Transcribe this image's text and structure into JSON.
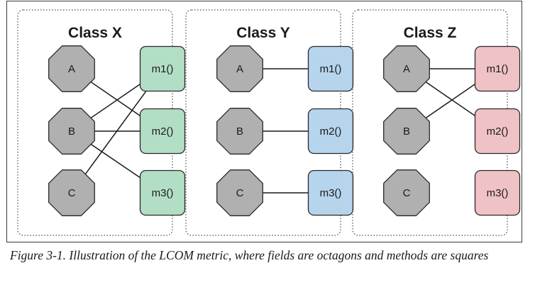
{
  "panels": [
    {
      "title": "Class X",
      "method_color": "#b3dec6",
      "fields": [
        "A",
        "B",
        "C"
      ],
      "methods": [
        "m1()",
        "m2()",
        "m3()"
      ],
      "connections": [
        [
          "A",
          "m2()"
        ],
        [
          "B",
          "m1()"
        ],
        [
          "B",
          "m2()"
        ],
        [
          "B",
          "m3()"
        ],
        [
          "C",
          "m1()"
        ]
      ]
    },
    {
      "title": "Class Y",
      "method_color": "#b6d4ec",
      "fields": [
        "A",
        "B",
        "C"
      ],
      "methods": [
        "m1()",
        "m2()",
        "m3()"
      ],
      "connections": [
        [
          "A",
          "m1()"
        ],
        [
          "B",
          "m2()"
        ],
        [
          "C",
          "m3()"
        ]
      ]
    },
    {
      "title": "Class Z",
      "method_color": "#efc2c6",
      "fields": [
        "A",
        "B",
        "C"
      ],
      "methods": [
        "m1()",
        "m2()",
        "m3()"
      ],
      "connections": [
        [
          "A",
          "m1()"
        ],
        [
          "A",
          "m2()"
        ],
        [
          "B",
          "m1()"
        ]
      ]
    }
  ],
  "field_color": "#b0b0b0",
  "caption": "Figure 3-1. Illustration of the LCOM metric, where fields are octagons and methods are squares"
}
